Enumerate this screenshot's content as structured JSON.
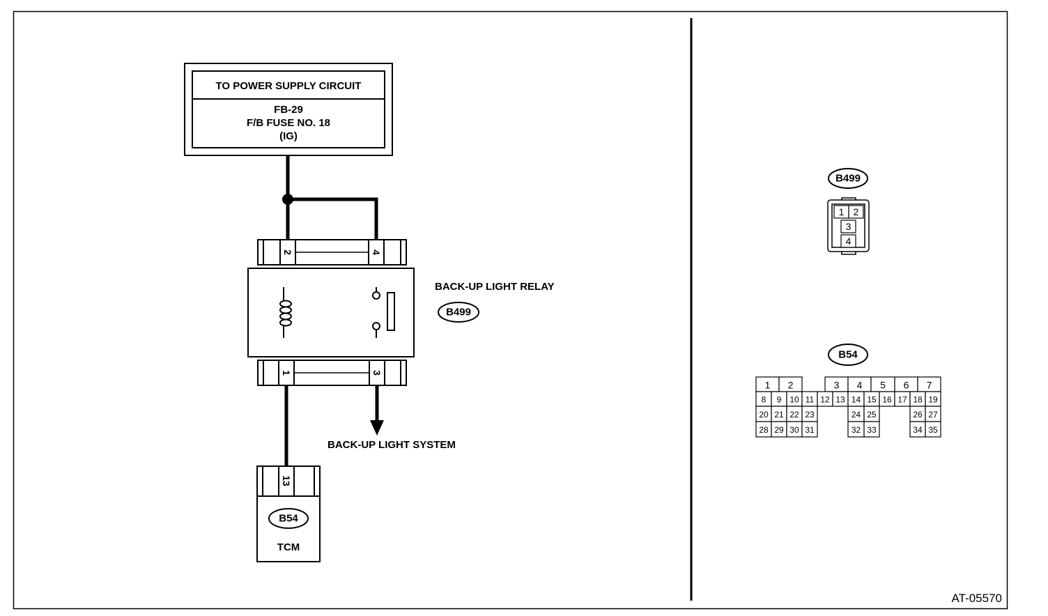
{
  "power_box": {
    "title": "TO POWER SUPPLY CIRCUIT",
    "line1": "FB-29",
    "line2": "F/B FUSE NO. 18",
    "line3": "(IG)"
  },
  "relay": {
    "name": "BACK-UP LIGHT RELAY",
    "connector": "B499",
    "top_pins": [
      "2",
      "4"
    ],
    "bottom_pins": [
      "1",
      "3"
    ]
  },
  "backup_light_system": "BACK-UP LIGHT SYSTEM",
  "tcm": {
    "pin": "13",
    "connector": "B54",
    "name": "TCM"
  },
  "connector_views": {
    "b499": {
      "label": "B499",
      "pins": [
        "1",
        "2",
        "3",
        "4"
      ]
    },
    "b54": {
      "label": "B54",
      "rows": [
        [
          "1",
          "2",
          "3",
          "4",
          "5",
          "6",
          "7"
        ],
        [
          "8",
          "9",
          "10",
          "11",
          "12",
          "13",
          "14",
          "15",
          "16",
          "17",
          "18",
          "19"
        ],
        [
          "20",
          "21",
          "22",
          "23",
          "24",
          "25",
          "26",
          "27"
        ],
        [
          "28",
          "29",
          "30",
          "31",
          "32",
          "33",
          "34",
          "35"
        ]
      ]
    }
  },
  "figure_ref": "AT-05570"
}
